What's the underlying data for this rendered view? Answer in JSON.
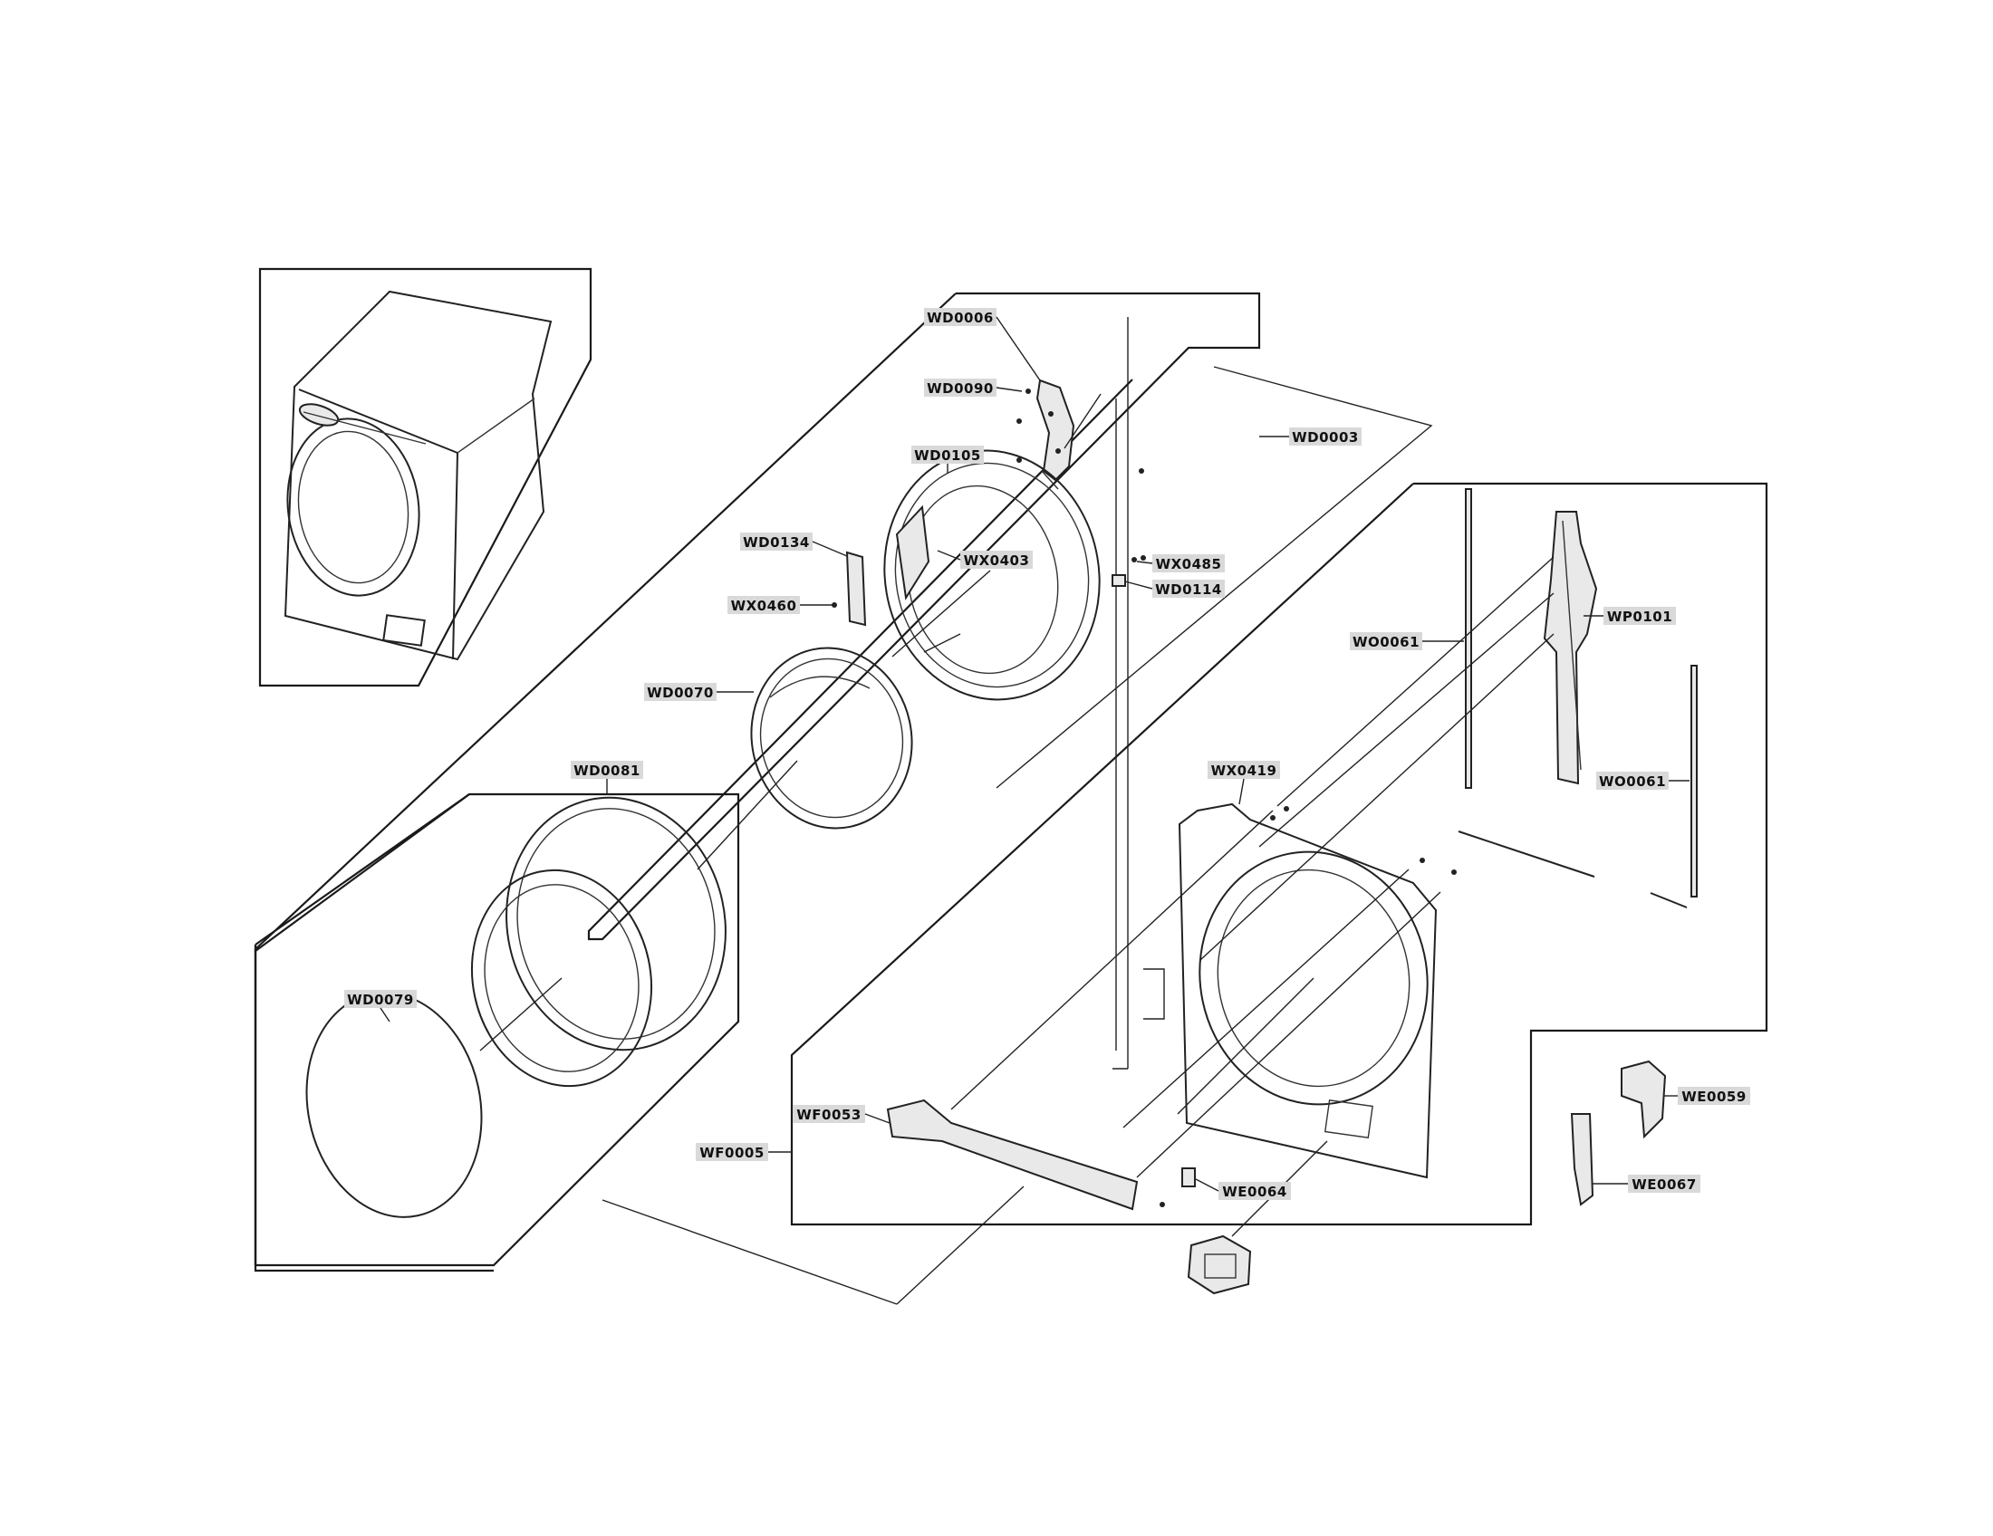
{
  "labels": {
    "WD0006": "WD0006",
    "WD0090": "WD0090",
    "WD0003": "WD0003",
    "WD0105": "WD0105",
    "WD0134": "WD0134",
    "WX0403": "WX0403",
    "WX0485": "WX0485",
    "WD0114": "WD0114",
    "WX0460": "WX0460",
    "WD0070": "WD0070",
    "WD0081": "WD0081",
    "WD0079": "WD0079",
    "WP0101": "WP0101",
    "WO0061a": "WO0061",
    "WO0061b": "WO0061",
    "WX0419": "WX0419",
    "WF0053": "WF0053",
    "WF0005": "WF0005",
    "WE0064": "WE0064",
    "WE0059": "WE0059",
    "WE0067": "WE0067"
  }
}
